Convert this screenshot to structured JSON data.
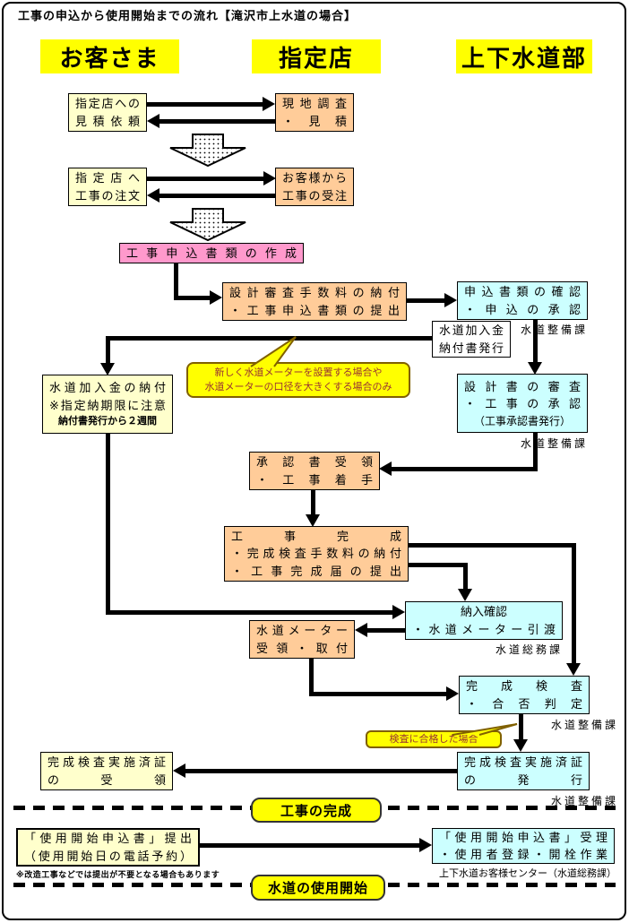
{
  "title": "工事の申込から使用開始までの流れ【滝沢市上水道の場合】",
  "columns": {
    "customer": "お客さま",
    "shop": "指定店",
    "department": "上下水道部"
  },
  "boxes": {
    "estimate_request": {
      "lines": [
        "指定店への",
        "見積依頼"
      ]
    },
    "site_survey": {
      "lines": [
        "現地調査",
        "・見積"
      ]
    },
    "order_work": {
      "lines": [
        "指定店へ",
        "工事の注文"
      ]
    },
    "receive_order": {
      "lines": [
        "お客様から",
        "工事の受注"
      ]
    },
    "create_docs": {
      "lines": [
        "工事申込書類の作成"
      ]
    },
    "fee_payment": {
      "lines": [
        "設計審査手数料の納付",
        "・工事申込書類の提出"
      ]
    },
    "docs_check": {
      "lines": [
        "申込書類の確認",
        "・申込の承認"
      ],
      "dept": "水道整備課"
    },
    "payment_slip": {
      "lines": [
        "水道加入金",
        "納付書発行"
      ]
    },
    "design_review": {
      "lines": [
        "設計書の審査",
        "・工事の承認",
        "（工事承認書発行）"
      ],
      "dept": "水道整備課"
    },
    "join_fee": {
      "lines": [
        "水道加入金の納付",
        "※指定納期限に注意",
        "納付書発行から２週間"
      ]
    },
    "approval_receipt": {
      "lines": [
        "承認書受領",
        "・工事着手"
      ]
    },
    "work_complete": {
      "lines": [
        "工事完成",
        "・完成検査手数料の納付",
        "・工事完成届の提出"
      ]
    },
    "payment_confirm": {
      "lines": [
        "納入確認",
        "・水道メーター引渡"
      ],
      "dept": "水道総務課"
    },
    "meter_receive": {
      "lines": [
        "水道メーター",
        "受領・取付"
      ]
    },
    "final_inspection": {
      "lines": [
        "完成検査",
        "・合否判定"
      ],
      "dept": "水道整備課"
    },
    "cert_issue": {
      "lines": [
        "完成検査実施済証",
        "の発行"
      ],
      "dept": "水道整備課"
    },
    "cert_receive": {
      "lines": [
        "完成検査実施済証",
        "の受領"
      ]
    },
    "start_submit": {
      "lines": [
        "「使用開始申込書」提出",
        "（使用開始日の電話予約）"
      ],
      "note": "※改造工事などでは提出が不要となる場合もあります"
    },
    "start_accept": {
      "lines": [
        "「使用開始申込書」受理",
        "・使用者登録・開栓作業"
      ],
      "dept": "上下水道お客様センター（水道総務課）"
    }
  },
  "callouts": {
    "meter_note": {
      "lines": [
        "新しく水道メーターを設置する場合や",
        "水道メーターの口径を大きくする場合のみ"
      ]
    },
    "pass_note": {
      "lines": [
        "検査に合格した場合"
      ]
    }
  },
  "milestones": {
    "work_done": "工事の完成",
    "service_start": "水道の使用開始"
  },
  "colors": {
    "header_yellow": "#FFFF00",
    "pale_yellow": "#FFFFCC",
    "peach": "#FFCC99",
    "pink": "#FF99CC",
    "cyan": "#CCFFFF",
    "callout_text": "#993333"
  }
}
